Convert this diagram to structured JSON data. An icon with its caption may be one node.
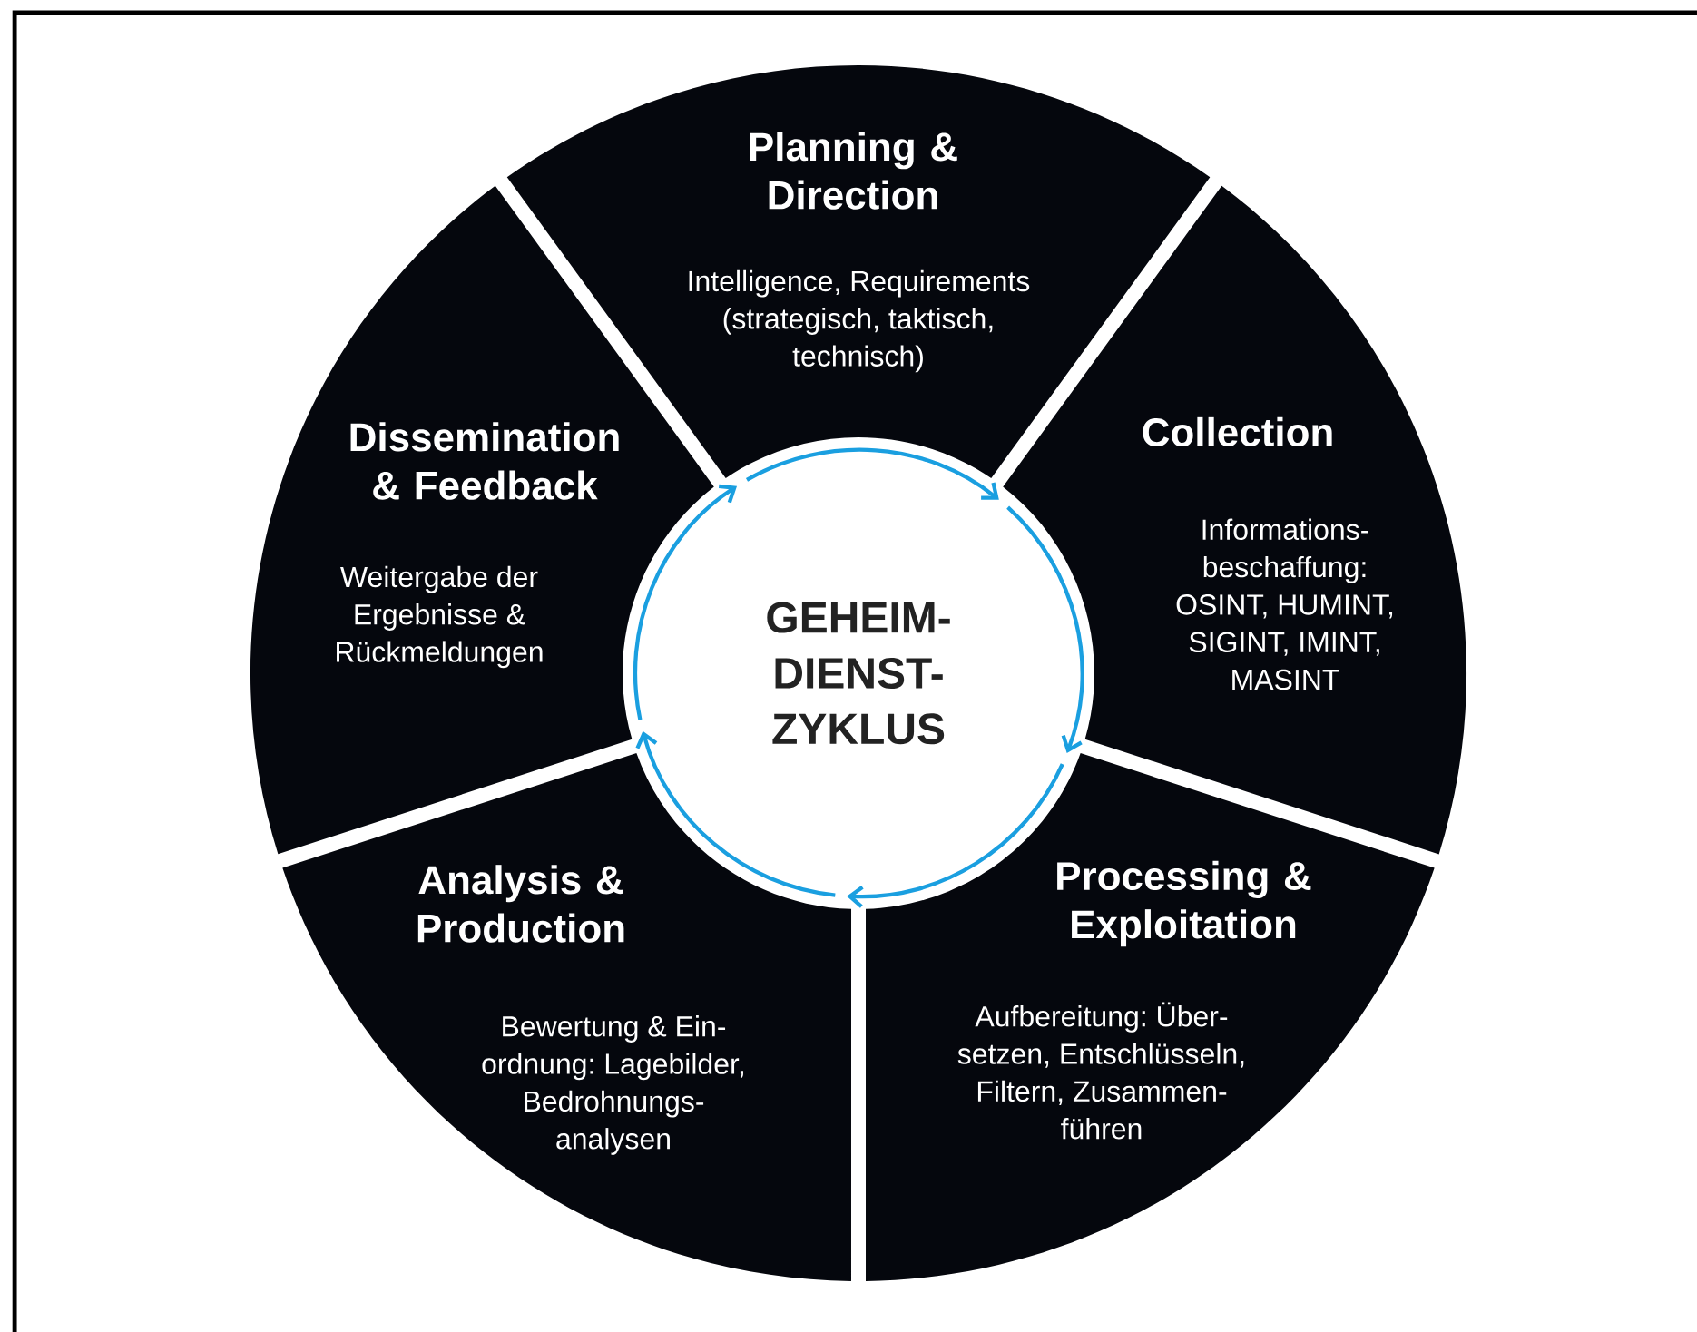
{
  "diagram": {
    "nodes": [
      {
        "text": [
          "GEHEIM- DIENST- ZYKLUS"
        ]
      },
      {
        "text": [
          "Planning & Direction",
          "Intelligence, Requirements (strategisch, taktisch, technisch)"
        ]
      },
      {
        "text": [
          "Collection",
          "Informations- beschaffung: OSINT, HUMINT, SIGINT, IMINT, MASINT"
        ]
      },
      {
        "text": [
          "Processing & Exploitation",
          "Aufbereitung: Über- setzen, Entschlüsseln, Filtern, Zusammen- führen"
        ]
      },
      {
        "text": [
          "Analysis & Production",
          "Bewertung & Ein- ordnung: Lagebilder, Bedrohnungs- analysen"
        ]
      },
      {
        "text": [
          "Dissemination & Feedback",
          "Weitergabe der Ergebnisse & Rückmeldungen"
        ]
      }
    ],
    "edges": [
      {
        "from": 1,
        "to": 2,
        "arrow": "to"
      },
      {
        "from": 2,
        "to": 3,
        "arrow": "to"
      },
      {
        "from": 3,
        "to": 4,
        "arrow": "to"
      },
      {
        "from": 4,
        "to": 5,
        "arrow": "to"
      },
      {
        "from": 5,
        "to": 1,
        "arrow": "to"
      }
    ]
  }
}
